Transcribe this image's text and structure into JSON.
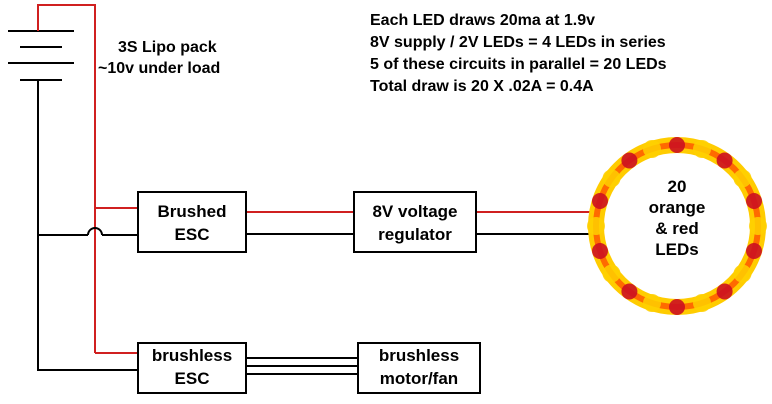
{
  "battery": {
    "line1": "3S Lipo pack",
    "line2": "~10v under load"
  },
  "notes": [
    "Each LED draws 20ma at 1.9v",
    "8V supply / 2V LEDs = 4 LEDs in series",
    "5 of these circuits in parallel = 20 LEDs",
    "Total draw is 20 X .02A = 0.4A"
  ],
  "boxes": {
    "brushed_esc": {
      "line1": "Brushed",
      "line2": "ESC"
    },
    "regulator": {
      "line1": "8V voltage",
      "line2": "regulator"
    },
    "brushless_esc": {
      "line1": "brushless",
      "line2": "ESC"
    },
    "motor": {
      "line1": "brushless",
      "line2": "motor/fan"
    }
  },
  "led_ring": {
    "line1": "20",
    "line2": "orange",
    "line3": "& red",
    "line4": "LEDs"
  },
  "colors": {
    "positive_wire": "#d02020",
    "negative_wire": "#000000",
    "ring_outer": "#ffcc00",
    "ring_inner": "#ff6a00",
    "led_red": "#cc1020",
    "led_yellow": "#ffd000"
  }
}
